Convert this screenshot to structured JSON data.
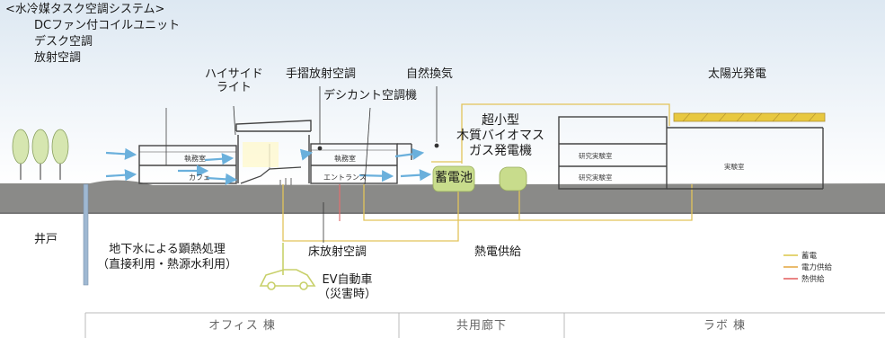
{
  "header": {
    "system_title": "<水冷媒タスク空調システム>",
    "system_items": [
      "DCファン付コイルユニット",
      "デスク空調",
      "放射空調"
    ]
  },
  "callouts": {
    "high_side_light": "ハイサイド\nライト",
    "handrail_radiant": "手摺放射空調",
    "natural_ventilation": "自然換気",
    "desiccant": "デシカント空調機",
    "solar_power": "太陽光発電",
    "biomass": "超小型\n木質バイオマス\nガス発電機",
    "storage_battery": "蓄電池",
    "well": "井戸",
    "groundwater": "地下水による顕熱処理\n（直接利用・熱源水利用）",
    "floor_radiant": "床放射空調",
    "cogeneration_supply": "熱電供給",
    "ev": "EV自動車\n（災害時）"
  },
  "room_labels": {
    "office_upper_left": "執務室",
    "cafe": "カフェ",
    "office_upper_right": "執務室",
    "entrance": "エントランス",
    "lab_upper": "研究実験室",
    "lab_lower": "研究実験室",
    "experiment_room": "実験室"
  },
  "legend": [
    {
      "label": "蓄電",
      "color": "#d8c23a"
    },
    {
      "label": "電力供給",
      "color": "#e0a030"
    },
    {
      "label": "熱供給",
      "color": "#e05050"
    }
  ],
  "footer": {
    "zones": [
      "オフィス 棟",
      "共用廊下",
      "ラボ 棟"
    ]
  },
  "colors": {
    "ground": "#8a8a88",
    "sky_top": "#dfeaf3",
    "air_flow": "#6ab0dc",
    "supply_line": "#e2c45a",
    "battery": "#c8dc8c",
    "tree": "#d6e6b0",
    "solar_panel": "#e8c840"
  }
}
